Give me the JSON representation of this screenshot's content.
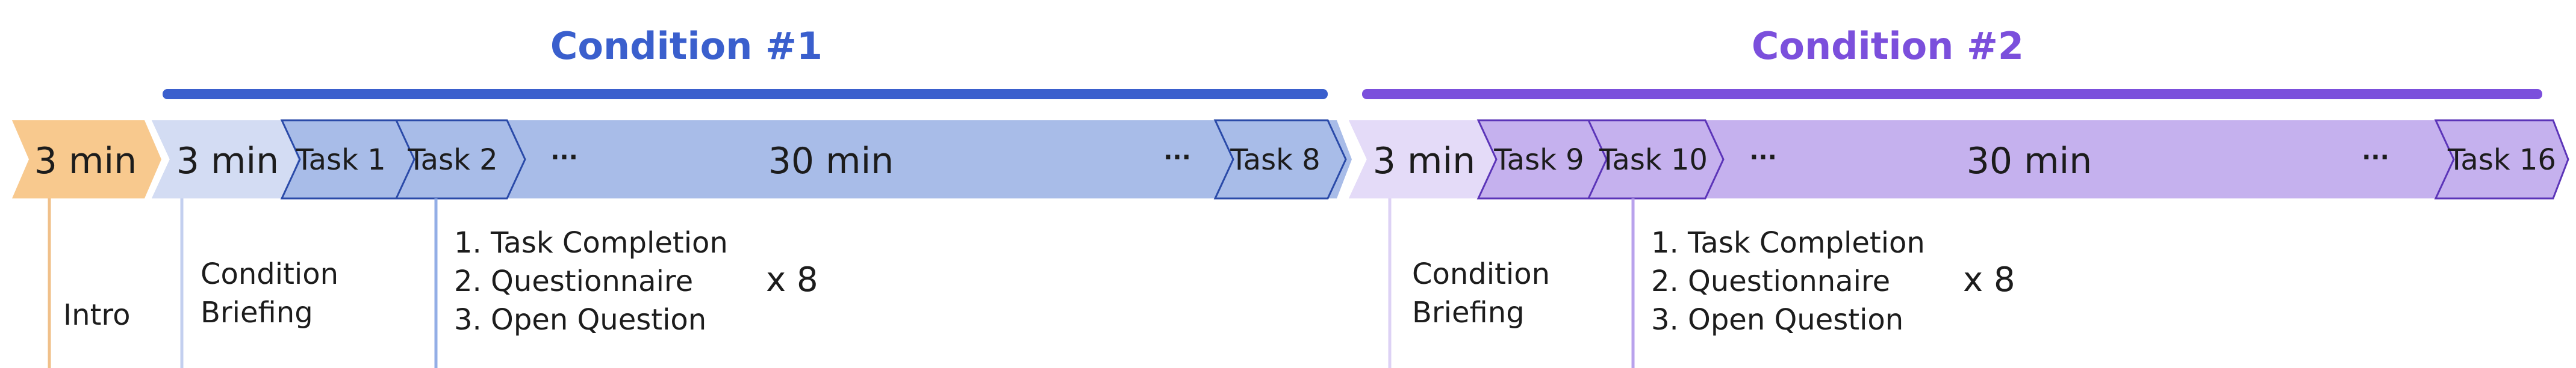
{
  "intro": {
    "duration": "3 min",
    "label": "Intro"
  },
  "ellipsis": "···",
  "conditions": [
    {
      "title": "Condition #1",
      "color": "#3a5fcd",
      "briefing_duration": "3 min",
      "briefing_label_line1": "Condition",
      "briefing_label_line2": "Briefing",
      "block_duration": "30 min",
      "tasks": [
        "Task 1",
        "Task 2",
        "Task 8"
      ],
      "steps": [
        "1. Task Completion",
        "2. Questionnaire",
        "3. Open Question"
      ],
      "repeat": "x 8"
    },
    {
      "title": "Condition #2",
      "color": "#7b4fdc",
      "briefing_duration": "3 min",
      "briefing_label_line1": "Condition",
      "briefing_label_line2": "Briefing",
      "block_duration": "30 min",
      "tasks": [
        "Task 9",
        "Task 10",
        "Task 16"
      ],
      "steps": [
        "1. Task Completion",
        "2. Questionnaire",
        "3. Open Question"
      ],
      "repeat": "x 8"
    }
  ]
}
